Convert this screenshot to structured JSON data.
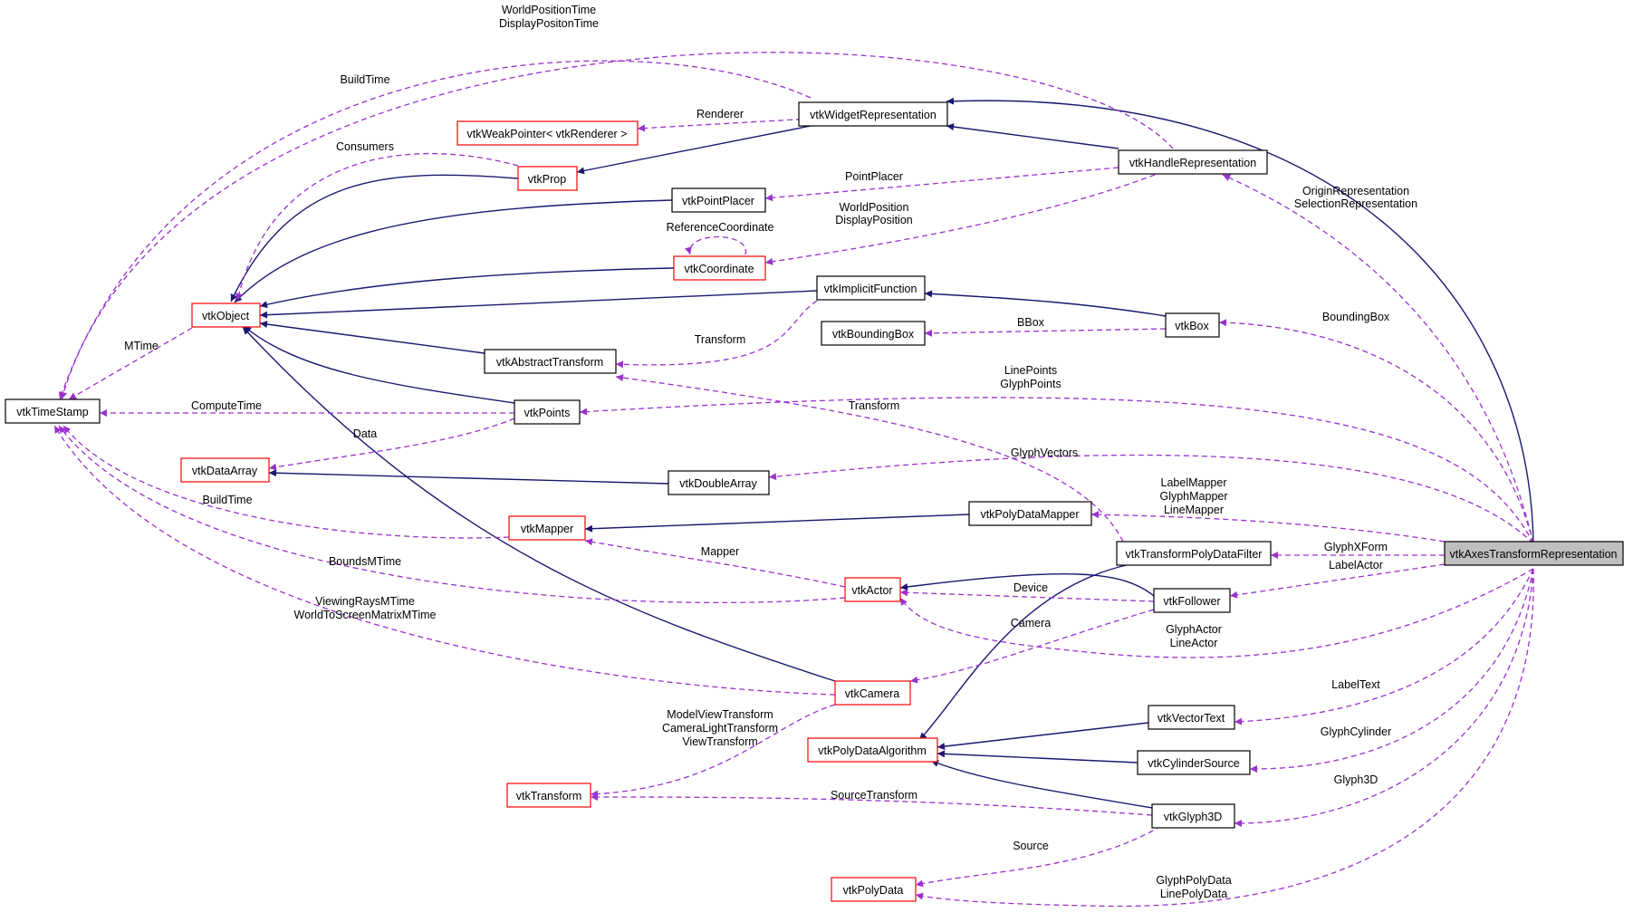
{
  "nodes": {
    "vtkTimeStamp": "vtkTimeStamp",
    "vtkObject": "vtkObject",
    "vtkWeakPointer": "vtkWeakPointer< vtkRenderer >",
    "vtkProp": "vtkProp",
    "vtkWidgetRepresentation": "vtkWidgetRepresentation",
    "vtkHandleRepresentation": "vtkHandleRepresentation",
    "vtkPointPlacer": "vtkPointPlacer",
    "vtkCoordinate": "vtkCoordinate",
    "vtkImplicitFunction": "vtkImplicitFunction",
    "vtkBoundingBox": "vtkBoundingBox",
    "vtkBox": "vtkBox",
    "vtkAbstractTransform": "vtkAbstractTransform",
    "vtkPoints": "vtkPoints",
    "vtkDataArray": "vtkDataArray",
    "vtkDoubleArray": "vtkDoubleArray",
    "vtkPolyDataMapper": "vtkPolyDataMapper",
    "vtkMapper": "vtkMapper",
    "vtkTransformPolyDataFilter": "vtkTransformPolyDataFilter",
    "vtkAxesTransformRepresentation": "vtkAxesTransformRepresentation",
    "vtkActor": "vtkActor",
    "vtkFollower": "vtkFollower",
    "vtkCamera": "vtkCamera",
    "vtkVectorText": "vtkVectorText",
    "vtkPolyDataAlgorithm": "vtkPolyDataAlgorithm",
    "vtkCylinderSource": "vtkCylinderSource",
    "vtkTransform": "vtkTransform",
    "vtkGlyph3D": "vtkGlyph3D",
    "vtkPolyData": "vtkPolyData"
  },
  "edge_labels": {
    "worldpos_time": "WorldPositionTime",
    "displaypos_time": "DisplayPositonTime",
    "buildtime_top": "BuildTime",
    "renderer": "Renderer",
    "consumers": "Consumers",
    "pointplacer": "PointPlacer",
    "origin_rep": "OriginRepresentation",
    "selection_rep": "SelectionRepresentation",
    "world_position": "WorldPosition",
    "display_position": "DisplayPosition",
    "reference_coordinate": "ReferenceCoordinate",
    "bbox": "BBox",
    "boundingbox": "BoundingBox",
    "transform_abs": "Transform",
    "mtime": "MTime",
    "linepoints": "LinePoints",
    "glyphpoints": "GlyphPoints",
    "computetime": "ComputeTime",
    "transform_filter": "Transform",
    "data": "Data",
    "glyphvectors": "GlyphVectors",
    "labelmapper": "LabelMapper",
    "glyphmapper": "GlyphMapper",
    "linemapper": "LineMapper",
    "buildtime_mapper": "BuildTime",
    "glyphxform": "GlyphXForm",
    "mapper": "Mapper",
    "labelactor": "LabelActor",
    "boundsmtime": "BoundsMTime",
    "device": "Device",
    "viewingrays": "ViewingRaysMTime",
    "worldtoscreen": "WorldToScreenMatrixMTime",
    "camera": "Camera",
    "glyphactor": "GlyphActor",
    "lineactor": "LineActor",
    "labeltext": "LabelText",
    "modelview": "ModelViewTransform",
    "cameralight": "CameraLightTransform",
    "viewtransform": "ViewTransform",
    "glyphcylinder": "GlyphCylinder",
    "glyph3d": "Glyph3D",
    "sourcetransform": "SourceTransform",
    "source": "Source",
    "glyphpolydata": "GlyphPolyData",
    "linepolydata": "LinePolyData"
  },
  "colors": {
    "inheritance_edge": "#191970",
    "usage_edge": "#9a32cd",
    "undocumented_border": "#ff0000",
    "selected_fill": "#bfbfbf"
  }
}
